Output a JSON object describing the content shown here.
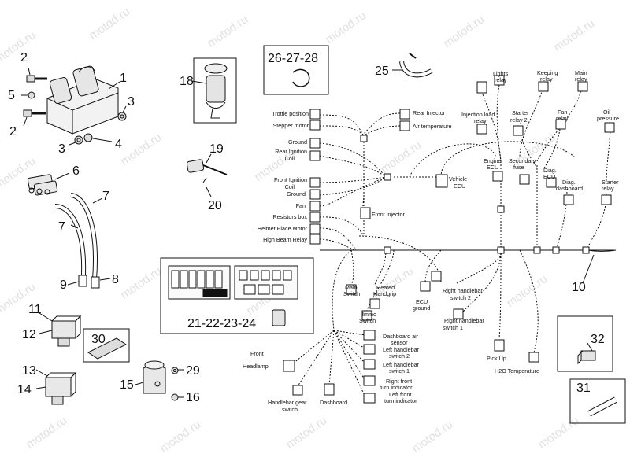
{
  "watermark": "motod.ru",
  "callouts": {
    "c1": "1",
    "c2a": "2",
    "c2b": "2",
    "c3a": "3",
    "c3b": "3",
    "c4": "4",
    "c5": "5",
    "c6": "6",
    "c7a": "7",
    "c7b": "7",
    "c8": "8",
    "c9": "9",
    "c10": "10",
    "c11": "11",
    "c12": "12",
    "c13": "13",
    "c14": "14",
    "c15": "15",
    "c16": "16",
    "c18": "18",
    "c19": "19",
    "c20": "20",
    "c21_24": "21-22-23-24",
    "c25": "25",
    "c26_28": "26-27-28",
    "c29": "29",
    "c30": "30",
    "c31": "31",
    "c32": "32"
  },
  "left_connectors": {
    "trottle": "Trottle position",
    "stepper": "Stepper motor",
    "ground1": "Ground",
    "rear_ign_1": "Rear Ignition",
    "rear_ign_2": "Coil",
    "front_ign_1": "Front Ignition",
    "front_ign_2": "Coil",
    "ground2": "Ground",
    "fan": "Fan",
    "resistors": "Resistors box",
    "helmet": "Helmet Place Motor",
    "high_beam": "High Beam Relay"
  },
  "mid_labels": {
    "rear_injector": "Rear Injector",
    "air_temp": "Air temperature",
    "front_injector": "Front injector",
    "vehicle_ecu_1": "Vehicle",
    "vehicle_ecu_2": "ECU",
    "main_switch_1": "Main",
    "main_switch_2": "Switch",
    "heated_1": "Heated",
    "heated_2": "Handgrip",
    "immo_1": "Immo",
    "immo_2": "Switch",
    "ecu_ground_1": "ECU",
    "ecu_ground_2": "ground",
    "rh_sw2_1": "Right handlebar",
    "rh_sw2_2": "switch 2",
    "rh_sw1_1": "Right handlebar",
    "rh_sw1_2": "switch 1",
    "pick_up": "Pick Up",
    "h2o": "H2O Temperature"
  },
  "top_labels": {
    "lights_1": "Lights",
    "lights_2": "relay",
    "keeping_1": "Keeping",
    "keeping_2": "relay",
    "main_1": "Main",
    "main_2": "relay",
    "inj_load_1": "Injection load",
    "inj_load_2": "relay",
    "starter2_1": "Starter",
    "starter2_2": "relay 2",
    "fan_1": "Fan",
    "fan_2": "relay",
    "oil_1": "Oil",
    "oil_2": "pressure",
    "engine_1": "Engine",
    "engine_2": "ECU",
    "secondary_1": "Secondary",
    "secondary_2": "fuse",
    "diag_ecu_1": "Diag.",
    "diag_ecu_2": "ECU",
    "diag_dash_1": "Diag.",
    "diag_dash_2": "dashboard",
    "starter_1": "Starter",
    "starter_2": "relay"
  },
  "bottom_labels": {
    "dash_air_1": "Dashboard air",
    "dash_air_2": "sensor",
    "lh_sw2_1": "Left handlebar",
    "lh_sw2_2": "switch 2",
    "lh_sw1_1": "Left handlebar",
    "lh_sw1_2": "switch 1",
    "rf_turn_1": "Right front",
    "rf_turn_2": "turn indicator",
    "lf_turn_1": "Left front",
    "lf_turn_2": "turn indicator",
    "front_head_1": "Front",
    "front_head_2": "Headlamp",
    "hb_gear_1": "Handlebar gear",
    "hb_gear_2": "switch",
    "dashboard": "Dashboard"
  }
}
